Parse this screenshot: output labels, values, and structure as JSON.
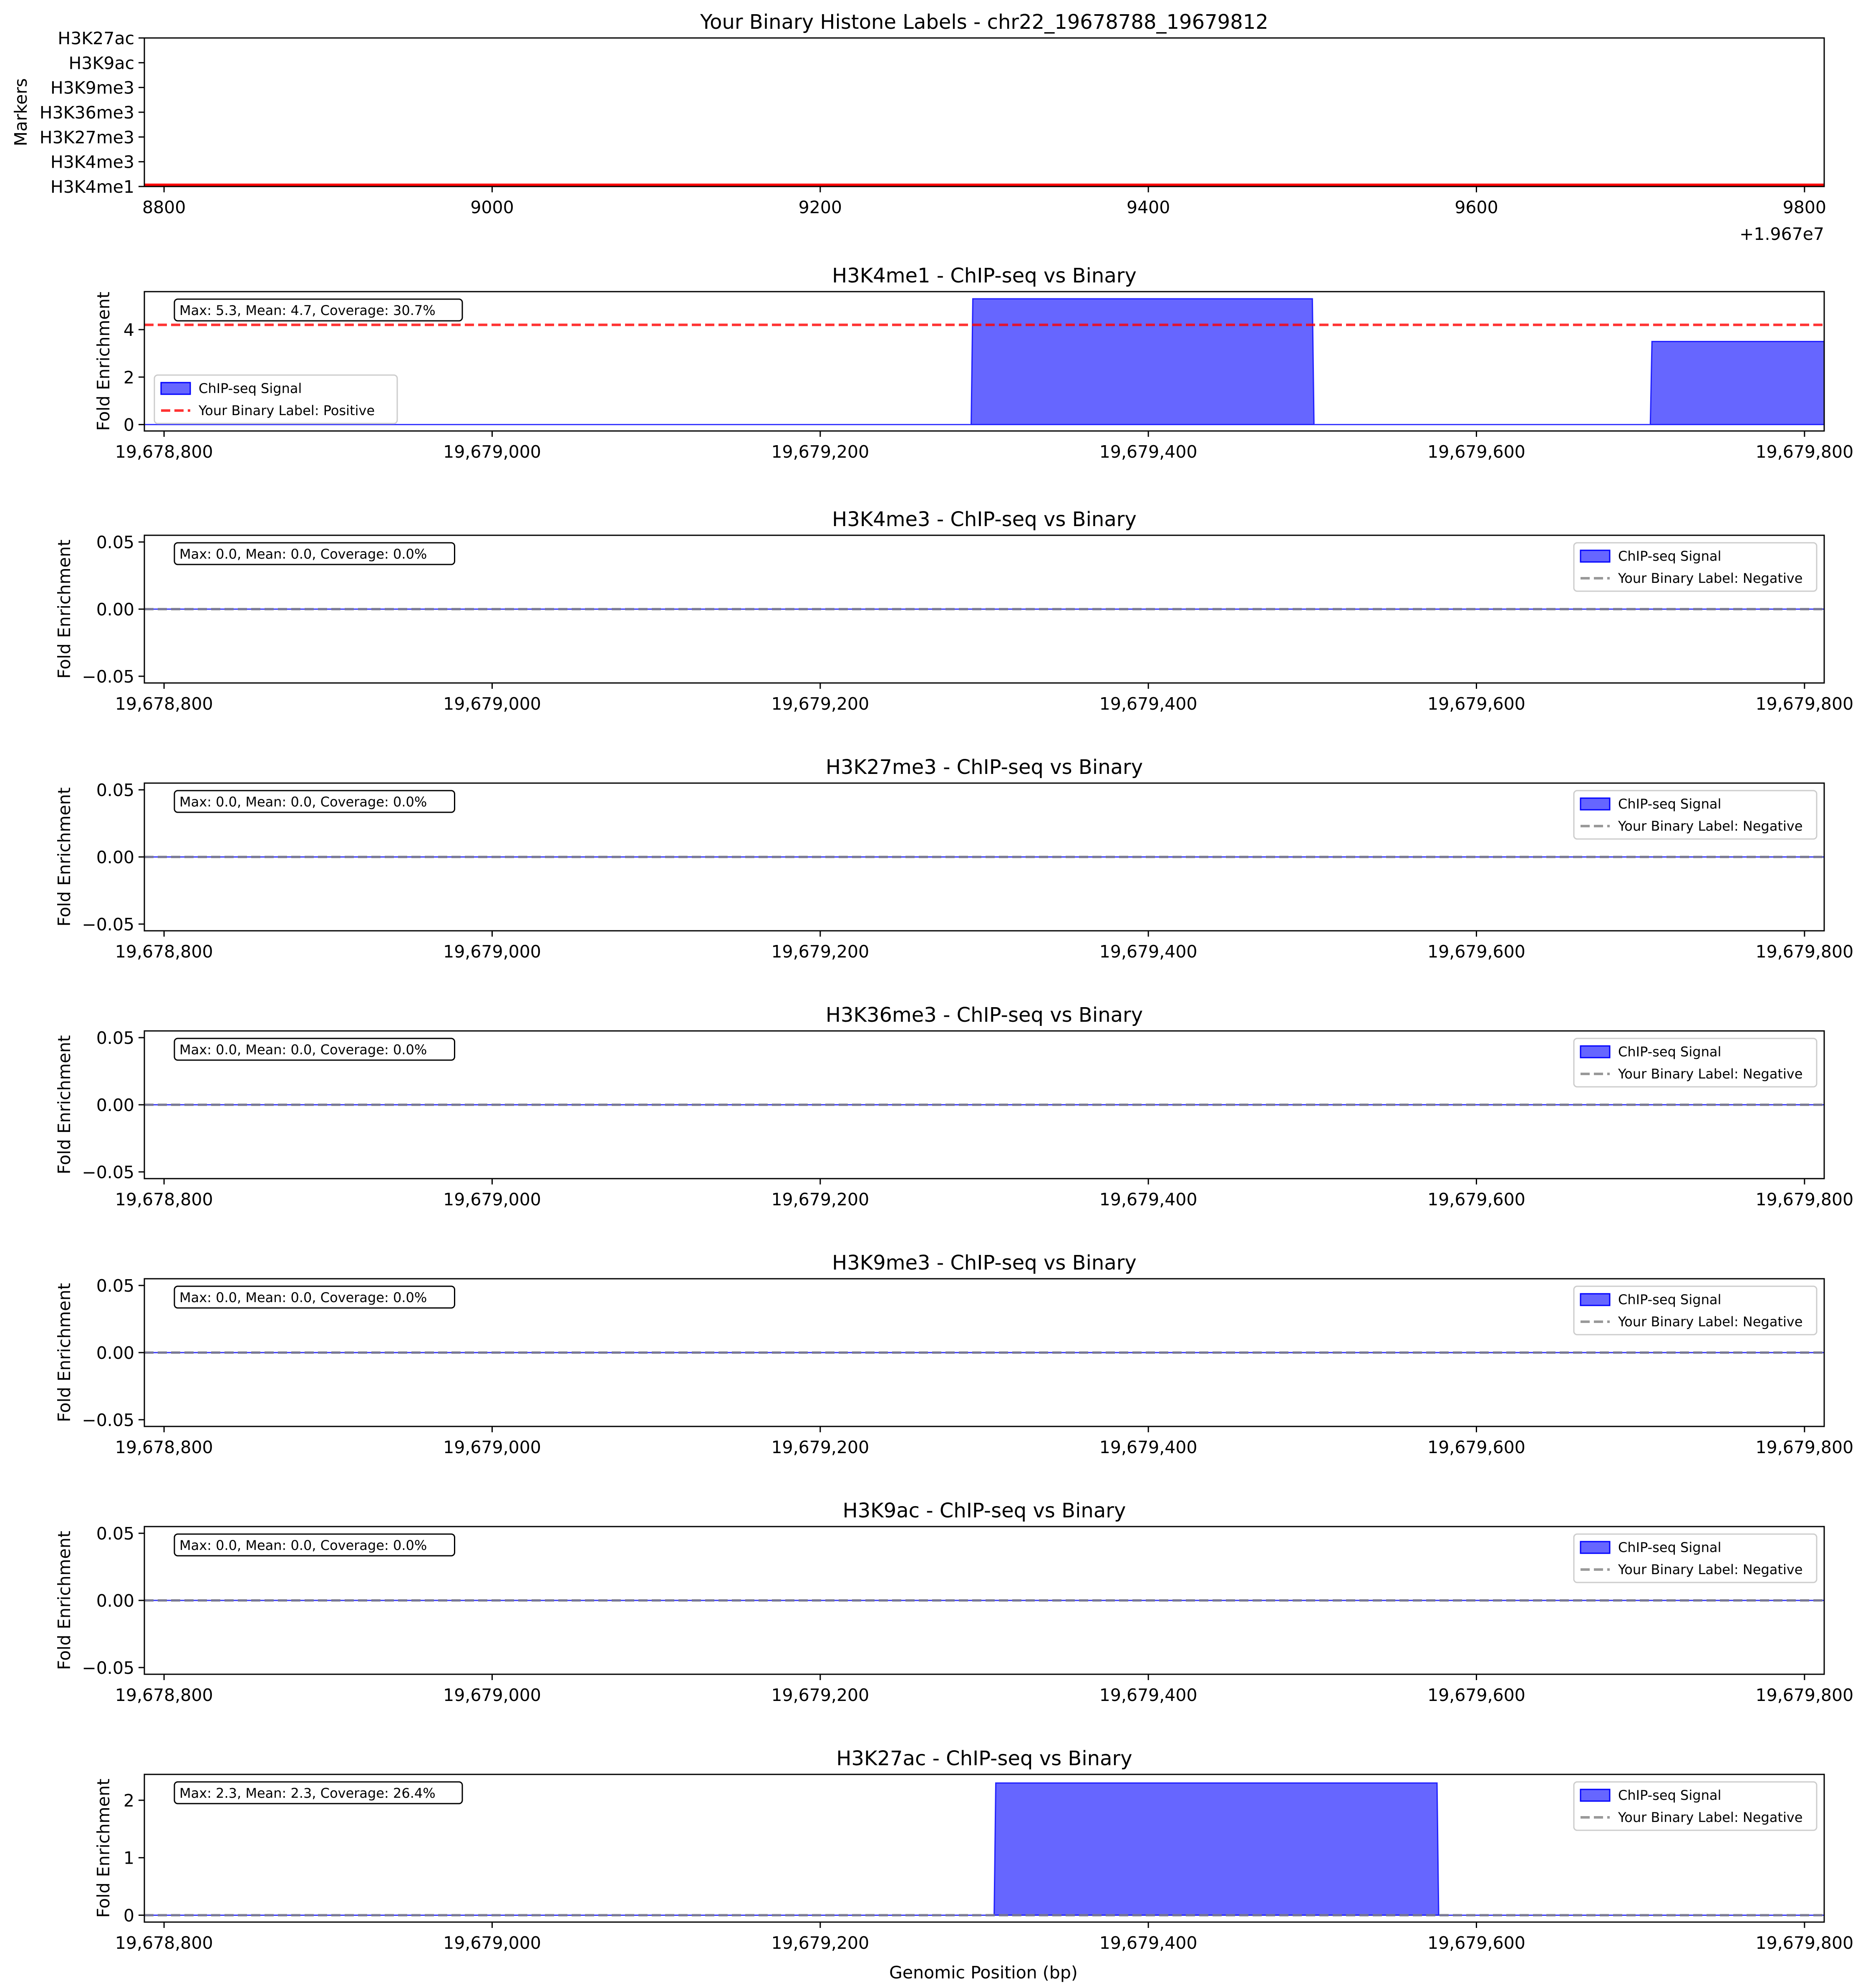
{
  "figure": {
    "xlabel": "Genomic Position (bp)",
    "fill_color": "#0000ff",
    "positive_color": "#ff0000",
    "negative_color": "#808080"
  },
  "chart_data": [
    {
      "type": "area",
      "title": "Your Binary Histone Labels - chr22_19678788_19679812",
      "xlabel": "",
      "ylabel": "Markers",
      "x_offset_label": "+1.967e7",
      "xlim": [
        8788,
        9812
      ],
      "x_ticks": [
        8800,
        9000,
        9200,
        9400,
        9600,
        9800
      ],
      "x_tick_labels": [
        "8800",
        "9000",
        "9200",
        "9400",
        "9600",
        "9800"
      ],
      "y_categories": [
        "H3K4me1",
        "H3K4me3",
        "H3K27me3",
        "H3K36me3",
        "H3K9me3",
        "H3K9ac",
        "H3K27ac"
      ],
      "label_lines": [
        {
          "marker": "H3K4me1",
          "value": 0,
          "color": "#ff0000"
        }
      ]
    },
    {
      "type": "area",
      "title": "H3K4me1 - ChIP-seq vs Binary",
      "ylabel": "Fold Enrichment",
      "xlim": [
        19678788,
        19679812
      ],
      "ylim": [
        -0.27,
        5.6
      ],
      "y_ticks": [
        0,
        2,
        4
      ],
      "y_tick_labels": [
        "0",
        "2",
        "4"
      ],
      "x_ticks": [
        19678800,
        19679000,
        19679200,
        19679400,
        19679600,
        19679800
      ],
      "x_tick_labels": [
        "19,678,800",
        "19,679,000",
        "19,679,200",
        "19,679,400",
        "19,679,600",
        "19,679,800"
      ],
      "stats_text": "Max: 5.3, Mean: 4.7, Coverage: 30.7%",
      "series": [
        {
          "name": "ChIP-seq Signal",
          "x": [
            19678788,
            19679292,
            19679293,
            19679500,
            19679501,
            19679706,
            19679707,
            19679812
          ],
          "y": [
            0,
            0,
            5.3,
            5.3,
            0,
            0,
            3.5,
            3.5
          ]
        }
      ],
      "binary_label": {
        "name": "Your Binary Label: Positive",
        "value": 4.2,
        "status": "positive"
      },
      "legend_position": "lower-left"
    },
    {
      "type": "area",
      "title": "H3K4me3 - ChIP-seq vs Binary",
      "ylabel": "Fold Enrichment",
      "xlim": [
        19678788,
        19679812
      ],
      "ylim": [
        -0.055,
        0.055
      ],
      "y_ticks": [
        -0.05,
        0,
        0.05
      ],
      "y_tick_labels": [
        "−0.05",
        "0.00",
        "0.05"
      ],
      "x_ticks": [
        19678800,
        19679000,
        19679200,
        19679400,
        19679600,
        19679800
      ],
      "x_tick_labels": [
        "19,678,800",
        "19,679,000",
        "19,679,200",
        "19,679,400",
        "19,679,600",
        "19,679,800"
      ],
      "stats_text": "Max: 0.0, Mean: 0.0, Coverage: 0.0%",
      "series": [
        {
          "name": "ChIP-seq Signal",
          "x": [
            19678788,
            19679812
          ],
          "y": [
            0,
            0
          ]
        }
      ],
      "binary_label": {
        "name": "Your Binary Label: Negative",
        "value": 0,
        "status": "negative"
      },
      "legend_position": "upper-right"
    },
    {
      "type": "area",
      "title": "H3K27me3 - ChIP-seq vs Binary",
      "ylabel": "Fold Enrichment",
      "xlim": [
        19678788,
        19679812
      ],
      "ylim": [
        -0.055,
        0.055
      ],
      "y_ticks": [
        -0.05,
        0,
        0.05
      ],
      "y_tick_labels": [
        "−0.05",
        "0.00",
        "0.05"
      ],
      "x_ticks": [
        19678800,
        19679000,
        19679200,
        19679400,
        19679600,
        19679800
      ],
      "x_tick_labels": [
        "19,678,800",
        "19,679,000",
        "19,679,200",
        "19,679,400",
        "19,679,600",
        "19,679,800"
      ],
      "stats_text": "Max: 0.0, Mean: 0.0, Coverage: 0.0%",
      "series": [
        {
          "name": "ChIP-seq Signal",
          "x": [
            19678788,
            19679812
          ],
          "y": [
            0,
            0
          ]
        }
      ],
      "binary_label": {
        "name": "Your Binary Label: Negative",
        "value": 0,
        "status": "negative"
      },
      "legend_position": "upper-right"
    },
    {
      "type": "area",
      "title": "H3K36me3 - ChIP-seq vs Binary",
      "ylabel": "Fold Enrichment",
      "xlim": [
        19678788,
        19679812
      ],
      "ylim": [
        -0.055,
        0.055
      ],
      "y_ticks": [
        -0.05,
        0,
        0.05
      ],
      "y_tick_labels": [
        "−0.05",
        "0.00",
        "0.05"
      ],
      "x_ticks": [
        19678800,
        19679000,
        19679200,
        19679400,
        19679600,
        19679800
      ],
      "x_tick_labels": [
        "19,678,800",
        "19,679,000",
        "19,679,200",
        "19,679,400",
        "19,679,600",
        "19,679,800"
      ],
      "stats_text": "Max: 0.0, Mean: 0.0, Coverage: 0.0%",
      "series": [
        {
          "name": "ChIP-seq Signal",
          "x": [
            19678788,
            19679812
          ],
          "y": [
            0,
            0
          ]
        }
      ],
      "binary_label": {
        "name": "Your Binary Label: Negative",
        "value": 0,
        "status": "negative"
      },
      "legend_position": "upper-right"
    },
    {
      "type": "area",
      "title": "H3K9me3 - ChIP-seq vs Binary",
      "ylabel": "Fold Enrichment",
      "xlim": [
        19678788,
        19679812
      ],
      "ylim": [
        -0.055,
        0.055
      ],
      "y_ticks": [
        -0.05,
        0,
        0.05
      ],
      "y_tick_labels": [
        "−0.05",
        "0.00",
        "0.05"
      ],
      "x_ticks": [
        19678800,
        19679000,
        19679200,
        19679400,
        19679600,
        19679800
      ],
      "x_tick_labels": [
        "19,678,800",
        "19,679,000",
        "19,679,200",
        "19,679,400",
        "19,679,600",
        "19,679,800"
      ],
      "stats_text": "Max: 0.0, Mean: 0.0, Coverage: 0.0%",
      "series": [
        {
          "name": "ChIP-seq Signal",
          "x": [
            19678788,
            19679812
          ],
          "y": [
            0,
            0
          ]
        }
      ],
      "binary_label": {
        "name": "Your Binary Label: Negative",
        "value": 0,
        "status": "negative"
      },
      "legend_position": "upper-right"
    },
    {
      "type": "area",
      "title": "H3K9ac - ChIP-seq vs Binary",
      "ylabel": "Fold Enrichment",
      "xlim": [
        19678788,
        19679812
      ],
      "ylim": [
        -0.055,
        0.055
      ],
      "y_ticks": [
        -0.05,
        0,
        0.05
      ],
      "y_tick_labels": [
        "−0.05",
        "0.00",
        "0.05"
      ],
      "x_ticks": [
        19678800,
        19679000,
        19679200,
        19679400,
        19679600,
        19679800
      ],
      "x_tick_labels": [
        "19,678,800",
        "19,679,000",
        "19,679,200",
        "19,679,400",
        "19,679,600",
        "19,679,800"
      ],
      "stats_text": "Max: 0.0, Mean: 0.0, Coverage: 0.0%",
      "series": [
        {
          "name": "ChIP-seq Signal",
          "x": [
            19678788,
            19679812
          ],
          "y": [
            0,
            0
          ]
        }
      ],
      "binary_label": {
        "name": "Your Binary Label: Negative",
        "value": 0,
        "status": "negative"
      },
      "legend_position": "upper-right"
    },
    {
      "type": "area",
      "title": "H3K27ac - ChIP-seq vs Binary",
      "ylabel": "Fold Enrichment",
      "xlabel": "Genomic Position (bp)",
      "xlim": [
        19678788,
        19679812
      ],
      "ylim": [
        -0.12,
        2.45
      ],
      "y_ticks": [
        0,
        1,
        2
      ],
      "y_tick_labels": [
        "0",
        "1",
        "2"
      ],
      "x_ticks": [
        19678800,
        19679000,
        19679200,
        19679400,
        19679600,
        19679800
      ],
      "x_tick_labels": [
        "19,678,800",
        "19,679,000",
        "19,679,200",
        "19,679,400",
        "19,679,600",
        "19,679,800"
      ],
      "stats_text": "Max: 2.3, Mean: 2.3, Coverage: 26.4%",
      "series": [
        {
          "name": "ChIP-seq Signal",
          "x": [
            19678788,
            19679306,
            19679307,
            19679576,
            19679577,
            19679812
          ],
          "y": [
            0,
            0,
            2.3,
            2.3,
            0,
            0
          ]
        }
      ],
      "binary_label": {
        "name": "Your Binary Label: Negative",
        "value": 0,
        "status": "negative"
      },
      "legend_position": "upper-right"
    }
  ]
}
